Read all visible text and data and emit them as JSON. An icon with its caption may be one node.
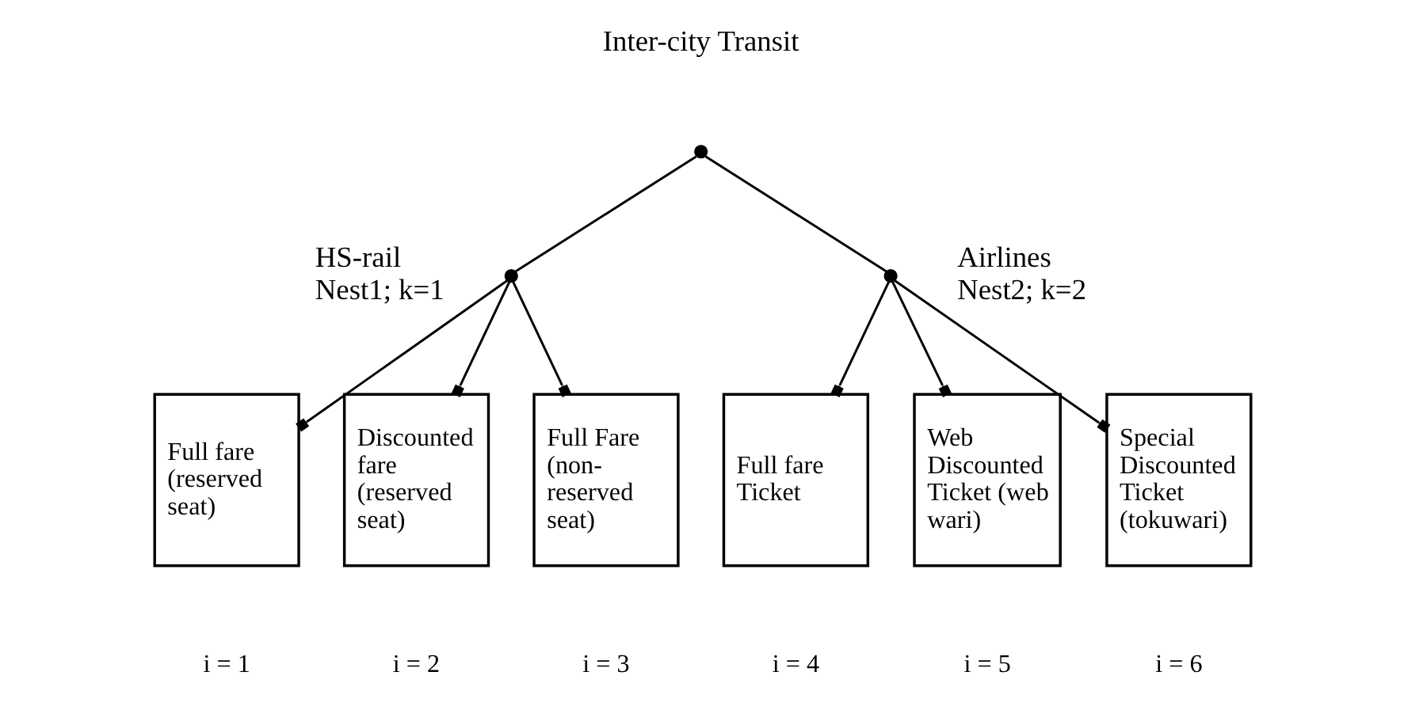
{
  "diagram": {
    "nodes": [
      {
        "text": [],
        "shape": "circle",
        "beside": [
          "Inter-city Transit"
        ]
      },
      {
        "text": [],
        "shape": "circle",
        "beside": [
          "HS-rail",
          "Nest1; k=1"
        ]
      },
      {
        "text": [],
        "shape": "circle",
        "beside": [
          "Airlines",
          "Nest2; k=2"
        ]
      },
      {
        "text": [
          "Full fare (reserved seat)"
        ],
        "beside": [
          "i = 1"
        ]
      },
      {
        "text": [
          "Discounted fare (reserved seat)"
        ],
        "beside": [
          "i = 2"
        ]
      },
      {
        "text": [
          "Full Fare (non-reserved seat)"
        ],
        "beside": [
          "i = 3"
        ]
      },
      {
        "text": [
          "Full fare Ticket"
        ],
        "beside": [
          "i = 4"
        ]
      },
      {
        "text": [
          "Web Discounted Ticket (web wari)"
        ],
        "beside": [
          "i = 5"
        ]
      },
      {
        "text": [
          "Special Discounted Ticket (tokuwari)"
        ],
        "beside": [
          "i = 6"
        ]
      }
    ],
    "edges": [
      {
        "from": 0,
        "to": 1,
        "arrow": "none"
      },
      {
        "from": 0,
        "to": 2,
        "arrow": "none"
      },
      {
        "from": 1,
        "to": 3,
        "arrow": "other"
      },
      {
        "from": 1,
        "to": 4,
        "arrow": "other"
      },
      {
        "from": 1,
        "to": 5,
        "arrow": "other"
      },
      {
        "from": 2,
        "to": 6,
        "arrow": "other"
      },
      {
        "from": 2,
        "to": 7,
        "arrow": "other"
      },
      {
        "from": 2,
        "to": 8,
        "arrow": "other"
      }
    ]
  }
}
